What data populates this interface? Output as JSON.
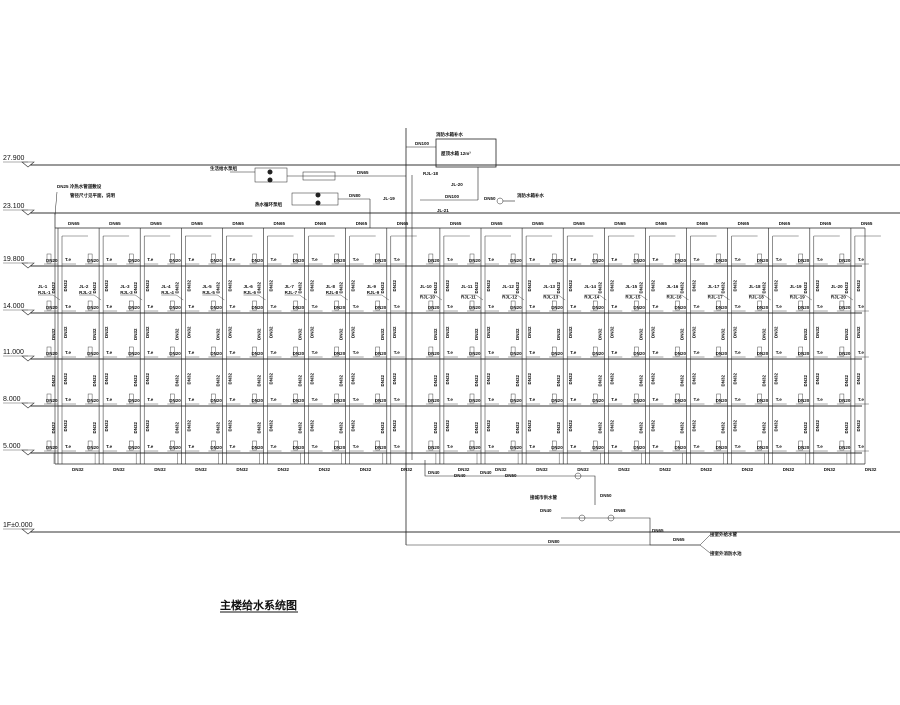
{
  "drawing": {
    "title": "主楼给水系统图",
    "colors": {
      "line": "#222222",
      "floor": "#444444",
      "bg": "#ffffff"
    }
  },
  "levels": [
    {
      "label": "27.900"
    },
    {
      "label": "23.100"
    },
    {
      "label": "19.800"
    },
    {
      "label": "14.000"
    },
    {
      "label": "11.000"
    },
    {
      "label": "8.000"
    },
    {
      "label": "5.000"
    },
    {
      "label": "1F±0.000"
    }
  ],
  "risers": [
    {
      "jl": "JL-1",
      "rjl": "RJL-1"
    },
    {
      "jl": "JL-2",
      "rjl": "RJL-2"
    },
    {
      "jl": "JL-3",
      "rjl": "RJL-3"
    },
    {
      "jl": "JL-4",
      "rjl": "RJL-4"
    },
    {
      "jl": "JL-5",
      "rjl": "RJL-5"
    },
    {
      "jl": "JL-6",
      "rjl": "RJL-6"
    },
    {
      "jl": "JL-7",
      "rjl": "RJL-7"
    },
    {
      "jl": "JL-8",
      "rjl": "RJL-8"
    },
    {
      "jl": "JL-9",
      "rjl": "RJL-9"
    },
    {
      "jl": "JL-10",
      "rjl": "RJL-10"
    },
    {
      "jl": "JL-11",
      "rjl": "RJL-11"
    },
    {
      "jl": "JL-12",
      "rjl": "RJL-12"
    },
    {
      "jl": "JL-13",
      "rjl": "RJL-13"
    },
    {
      "jl": "JL-14",
      "rjl": "RJL-14"
    },
    {
      "jl": "JL-15",
      "rjl": "RJL-15"
    },
    {
      "jl": "JL-16",
      "rjl": "RJL-16"
    },
    {
      "jl": "JL-17",
      "rjl": "RJL-17"
    },
    {
      "jl": "JL-18",
      "rjl": "RJL-18"
    },
    {
      "jl": "JL-19",
      "rjl": "RJL-19"
    },
    {
      "jl": "JL-20",
      "rjl": "RJL-20"
    }
  ],
  "labels": {
    "top_main": "DN65",
    "bottom_main_left": "DN32",
    "bottom_main_right": "DN32",
    "riser_pipe": "DN32",
    "branch": "DN20",
    "tank_pipe": "DN100",
    "tank_label": "屋顶水箱 12m³",
    "tank_note": "消防水箱补水",
    "pump_group_1": "生活给水泵组",
    "pump_group_2": "热水循环泵组",
    "pump_pipe": "DN65",
    "pump_pipe_2": "DN80",
    "rjl_18": "RJL-18",
    "jl_19": "JL-19",
    "jl_20": "JL-20",
    "jl_21": "JL-21",
    "dn100": "DN100",
    "dn50": "DN50",
    "dn50_v": "DN50",
    "note_left": "DN25 冷热水管道敷设",
    "note_left_2": "管径尺寸见平面，说明",
    "bottom_dn40a": "DN40",
    "bottom_dn40b": "DN40",
    "bottom_dn40c": "DN40",
    "bottom_dn50": "DN50",
    "meter_dn": "DN40",
    "meter_dn2": "DN65",
    "meter_note": "接城市供水管",
    "dn65_v": "DN65",
    "dn65_h": "DN65",
    "dn80_main": "DN80",
    "out_1": "接室外给水管",
    "out_2": "接室外消防水池",
    "fixture": "T.e",
    "fixture_num": "DN20"
  }
}
